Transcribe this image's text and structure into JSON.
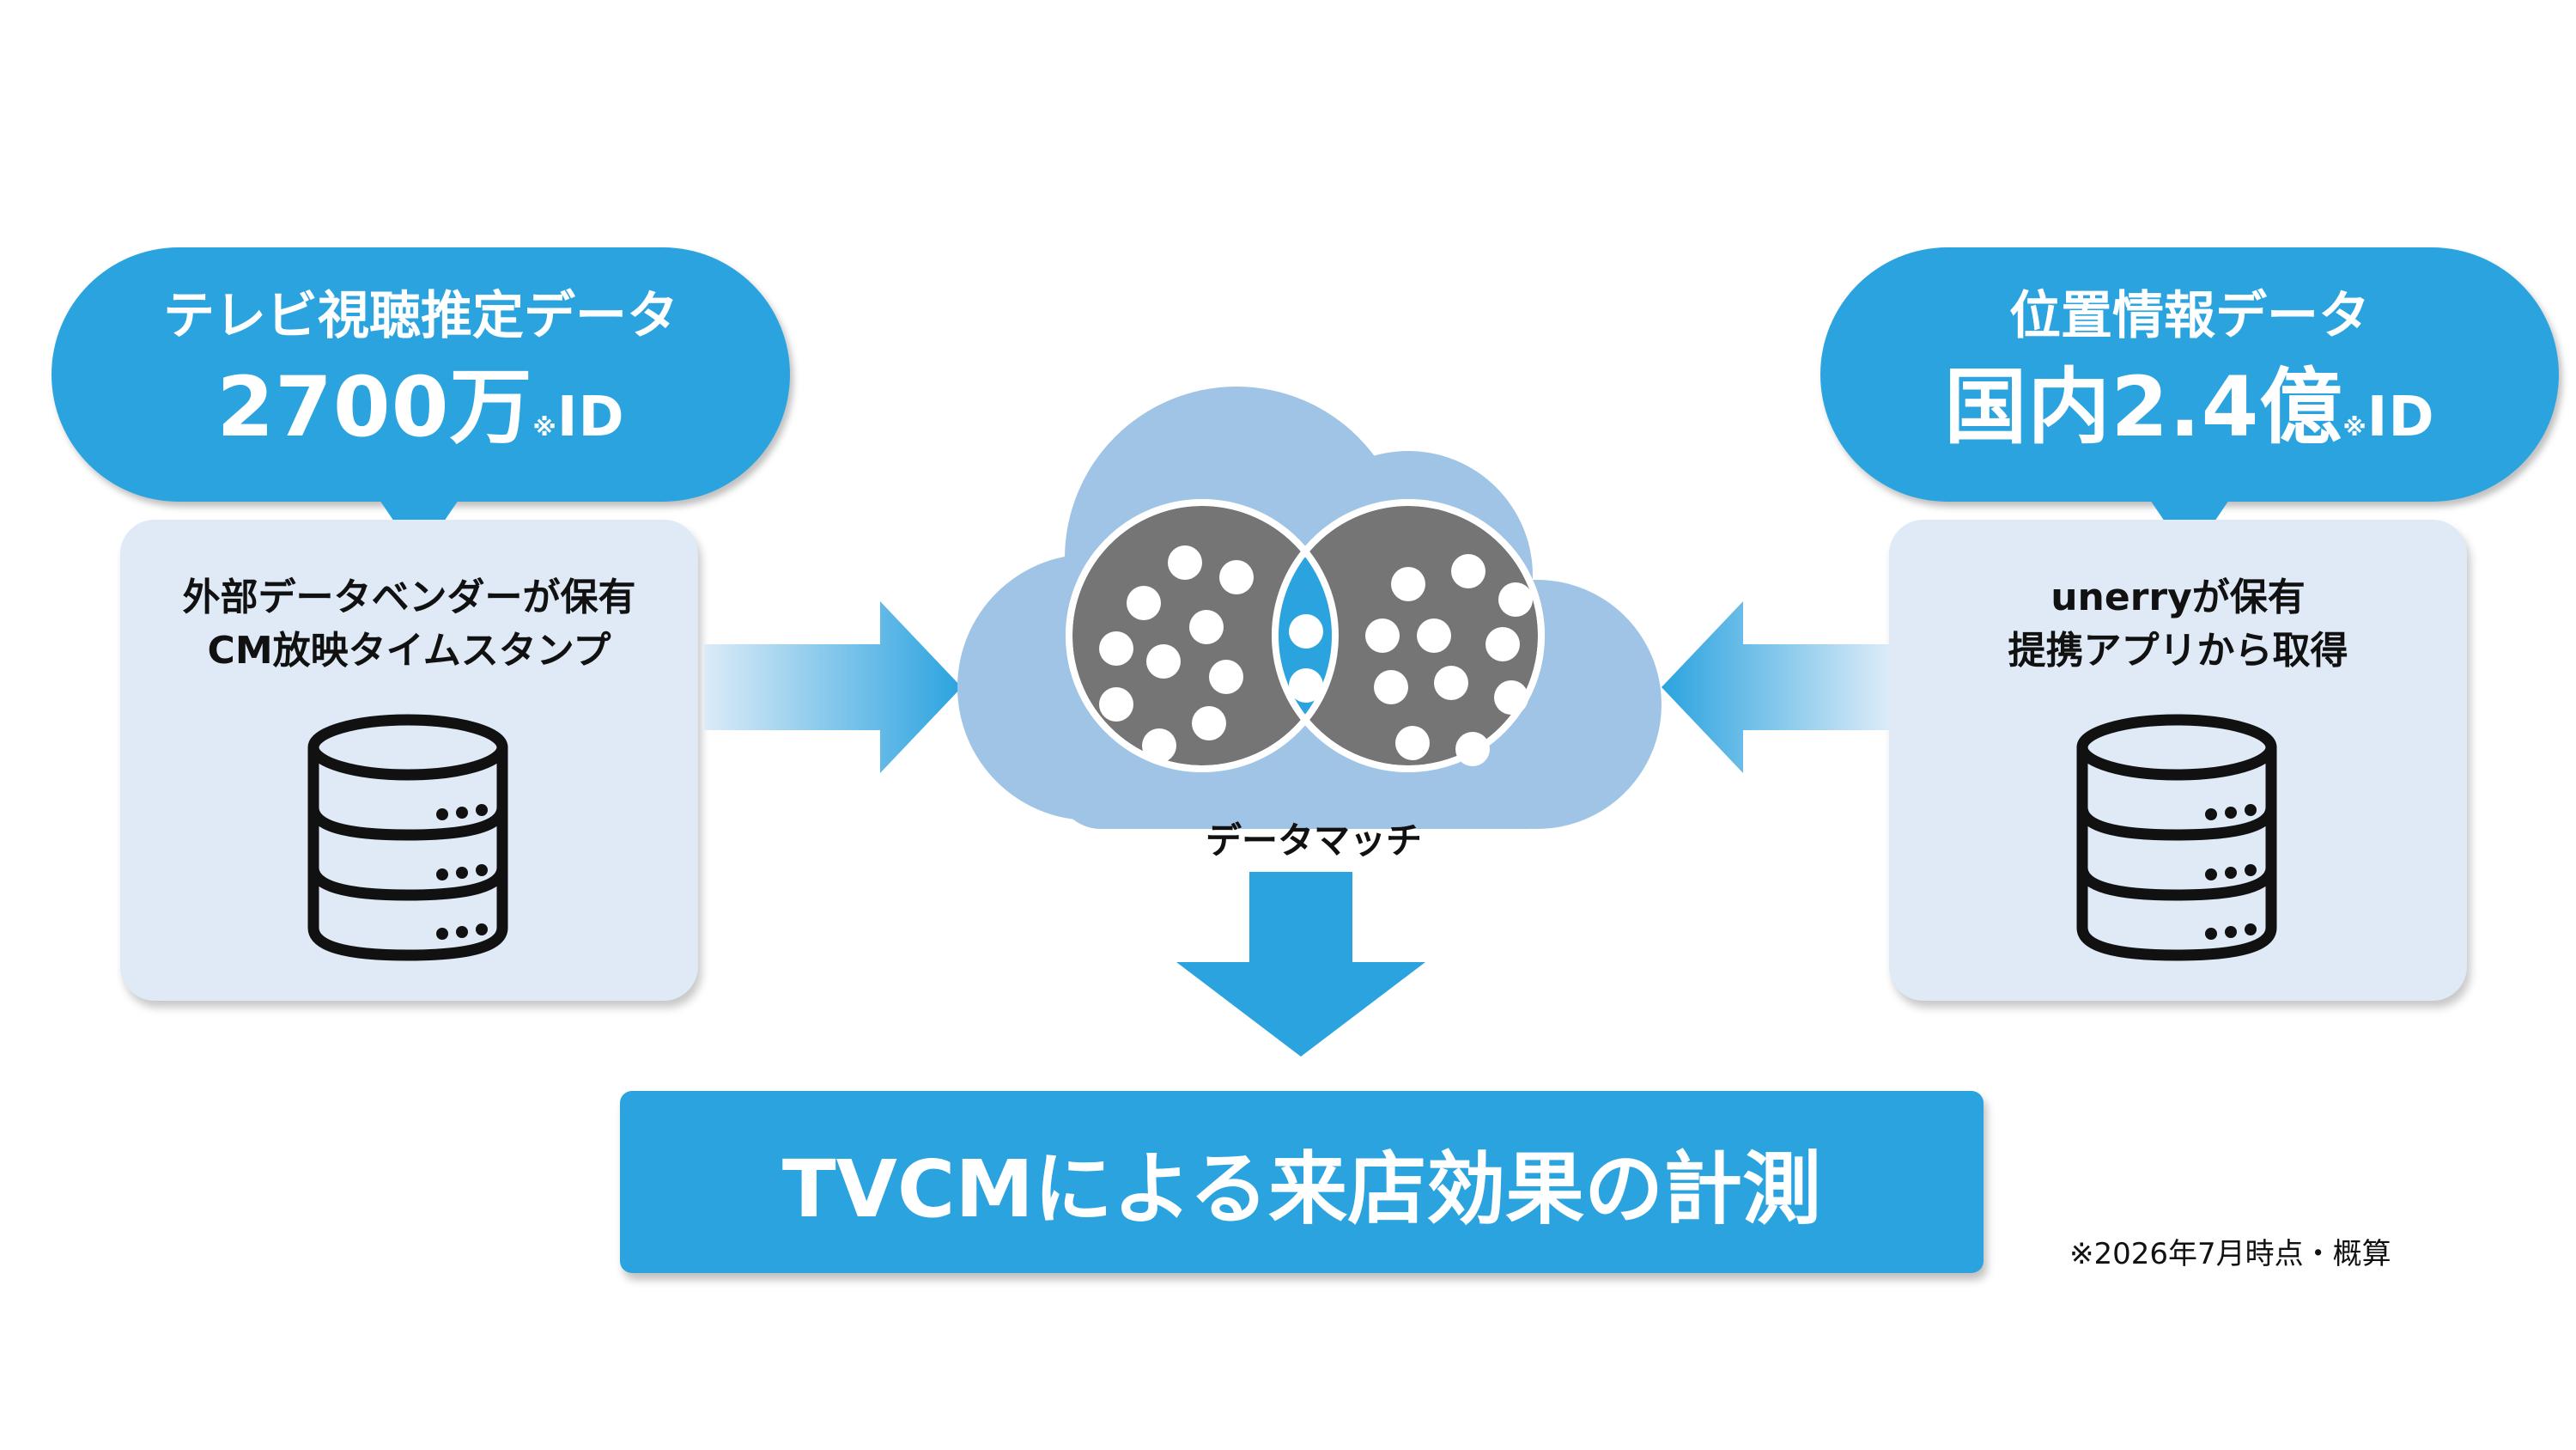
{
  "left": {
    "bubble_title": "テレビ視聴推定データ",
    "bubble_value": "2700万",
    "bubble_note": "※",
    "bubble_suffix": "ID",
    "card_line1": "外部データベンダーが保有",
    "card_line2": "CM放映タイムスタンプ",
    "icon": "database-icon"
  },
  "right": {
    "bubble_title": "位置情報データ",
    "bubble_value": "国内2.4億",
    "bubble_note": "※",
    "bubble_suffix": "ID",
    "card_line1": "unerryが保有",
    "card_line2": "提携アプリから取得",
    "icon": "database-icon"
  },
  "center": {
    "label": "データマッチ",
    "icon": "cloud-venn-icon"
  },
  "result": {
    "label": "TVCMによる来店効果の計測"
  },
  "footnote": "※2026年7月時点・概算",
  "colors": {
    "accent": "#2ba3df",
    "card_bg": "#dfeaf6",
    "cloud": "#a0c4e6",
    "circle": "#757575"
  }
}
